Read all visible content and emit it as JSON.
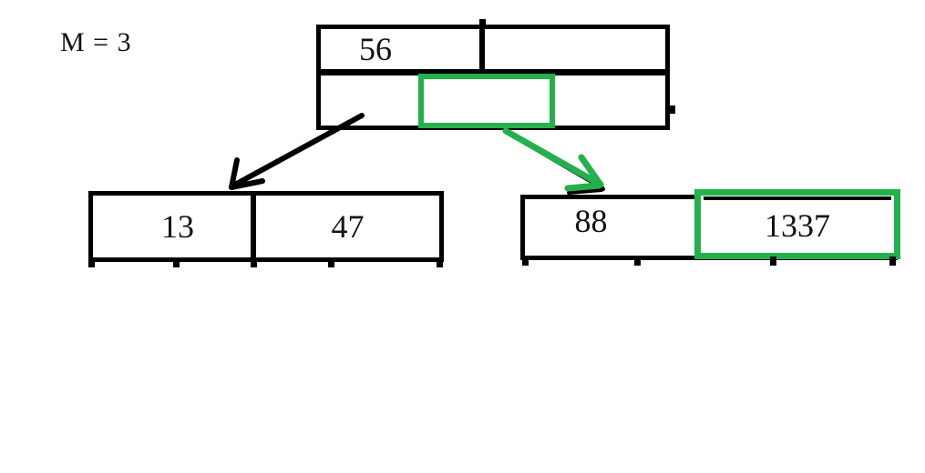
{
  "drawing": {
    "order_label": "M = 3",
    "root": {
      "keys": [
        "56",
        ""
      ],
      "pointers": [
        "",
        "",
        ""
      ],
      "highlighted_pointer_index": 1
    },
    "left_leaf": {
      "keys": [
        "13",
        "47"
      ]
    },
    "right_leaf": {
      "keys": [
        "88",
        "1337"
      ],
      "highlighted_key_index": 1
    },
    "colors": {
      "highlight_green": "#22B14C",
      "ink_black": "#000000",
      "background_white": "#FFFFFF"
    }
  }
}
